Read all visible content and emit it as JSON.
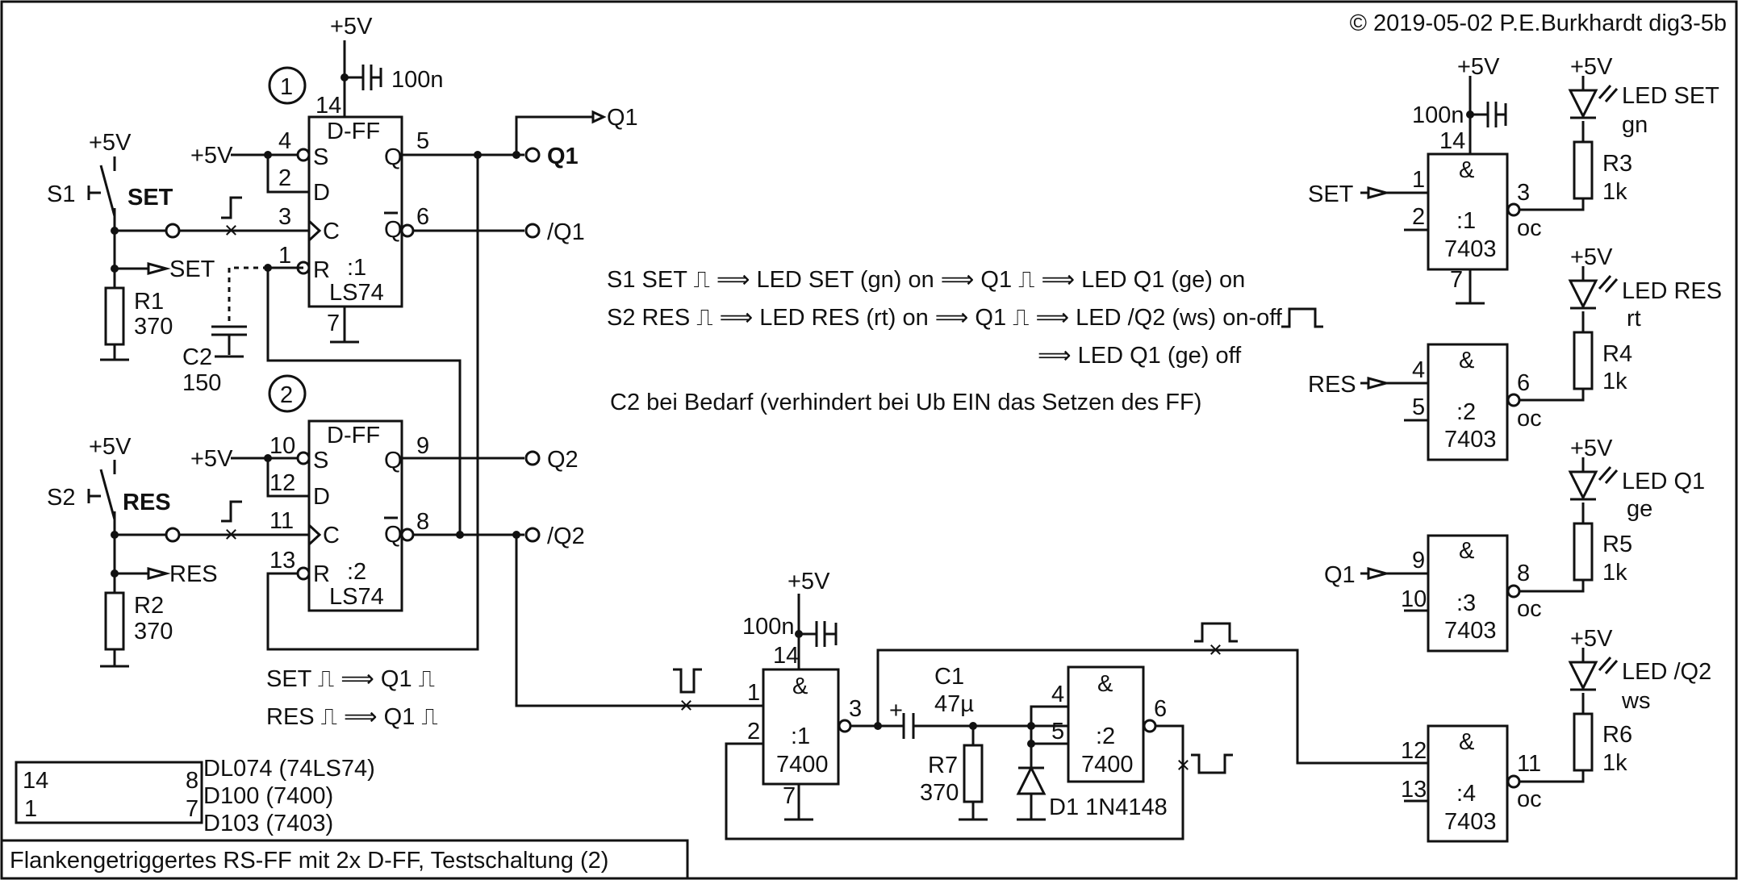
{
  "copyright": "© 2019-05-02 P.E.Burkhardt dig3-5b",
  "footer_title": "Flankengetriggertes RS-FF mit 2x D-FF, Testschaltung (2)",
  "notes": {
    "line1": "S1 SET ⎍ ⟹ LED SET (gn) on ⟹ Q1 ⎍ ⟹ LED Q1 (ge) on",
    "line2": "S2 RES ⎍ ⟹ LED RES (rt) on  ⟹ Q1 ⎍ ⟹ LED /Q2 (ws) on-off",
    "line3": "⟹ LED Q1 (ge) off",
    "line4": "C2 bei Bedarf (verhindert bei Ub EIN das Setzen des FF)",
    "set_rule": "SET ⎍ ⟹ Q1 ⎍",
    "res_rule": "RES ⎍ ⟹ Q1 ⎍"
  },
  "ic_legend": {
    "pin_top_left": "14",
    "pin_top_right": "8",
    "pin_bottom_left": "1",
    "pin_bottom_right": "7",
    "lines": [
      "DL074 (74LS74)",
      "D100 (7400)",
      "D103 (7403)"
    ]
  },
  "flipflops": [
    {
      "marker": "1",
      "type": "D-FF",
      "name": ":1",
      "part": "LS74",
      "pins": {
        "S": "4",
        "D": "2",
        "C": "3",
        "R": "1",
        "Q": "5",
        "NQ": "6",
        "vcc": "14",
        "gnd": "7"
      },
      "labels": {
        "S": "S",
        "D": "D",
        "C": "C",
        "R": "R",
        "Q": "Q",
        "NQ": "Q"
      }
    },
    {
      "marker": "2",
      "type": "D-FF",
      "name": ":2",
      "part": "LS74",
      "pins": {
        "S": "10",
        "D": "12",
        "C": "11",
        "R": "13",
        "Q": "9",
        "NQ": "8"
      },
      "labels": {
        "S": "S",
        "D": "D",
        "C": "C",
        "R": "R",
        "Q": "Q",
        "NQ": "Q"
      }
    }
  ],
  "power": {
    "vcc": "+5V",
    "cap": "100n"
  },
  "switches": {
    "s1": {
      "name": "S1",
      "label": "SET",
      "net": "SET",
      "resistor": "R1",
      "value": "370"
    },
    "s2": {
      "name": "S2",
      "label": "RES",
      "net": "RES",
      "resistor": "R2",
      "value": "370"
    },
    "c2": {
      "name": "C2",
      "value": "150"
    }
  },
  "outputs": {
    "q1_arrow": "Q1",
    "q1": "Q1",
    "nq1": "/Q1",
    "q2": "Q2",
    "nq2": "/Q2"
  },
  "nand_7400": {
    "g1": {
      "sym": "&",
      "name": ":1",
      "part": "7400",
      "pin_a": "1",
      "pin_b": "2",
      "pin_out": "3",
      "vcc": "14",
      "gnd": "7"
    },
    "g2": {
      "sym": "&",
      "name": ":2",
      "part": "7400",
      "pin_a": "4",
      "pin_b": "5",
      "pin_out": "6"
    },
    "c1": {
      "name": "C1",
      "value": "47µ"
    },
    "r7": {
      "name": "R7",
      "value": "370"
    },
    "d1": "D1 1N4148"
  },
  "drivers_7403": [
    {
      "sym": "&",
      "name": ":1",
      "part": "7403",
      "in": "SET",
      "pin_a": "1",
      "pin_b": "2",
      "pin_out": "3",
      "vcc": "14",
      "gnd": "7",
      "oc": "oc",
      "led": "LED SET",
      "color": "gn",
      "resistor": "R3",
      "value": "1k"
    },
    {
      "sym": "&",
      "name": ":2",
      "part": "7403",
      "in": "RES",
      "pin_a": "4",
      "pin_b": "5",
      "pin_out": "6",
      "oc": "oc",
      "led": "LED RES",
      "color": "rt",
      "resistor": "R4",
      "value": "1k"
    },
    {
      "sym": "&",
      "name": ":3",
      "part": "7403",
      "in": "Q1",
      "pin_a": "9",
      "pin_b": "10",
      "pin_out": "8",
      "oc": "oc",
      "led": "LED Q1",
      "color": "ge",
      "resistor": "R5",
      "value": "1k"
    },
    {
      "sym": "&",
      "name": ":4",
      "part": "7403",
      "in": "",
      "pin_a": "12",
      "pin_b": "13",
      "pin_out": "11",
      "oc": "oc",
      "led": "LED /Q2",
      "color": "ws",
      "resistor": "R6",
      "value": "1k"
    }
  ]
}
